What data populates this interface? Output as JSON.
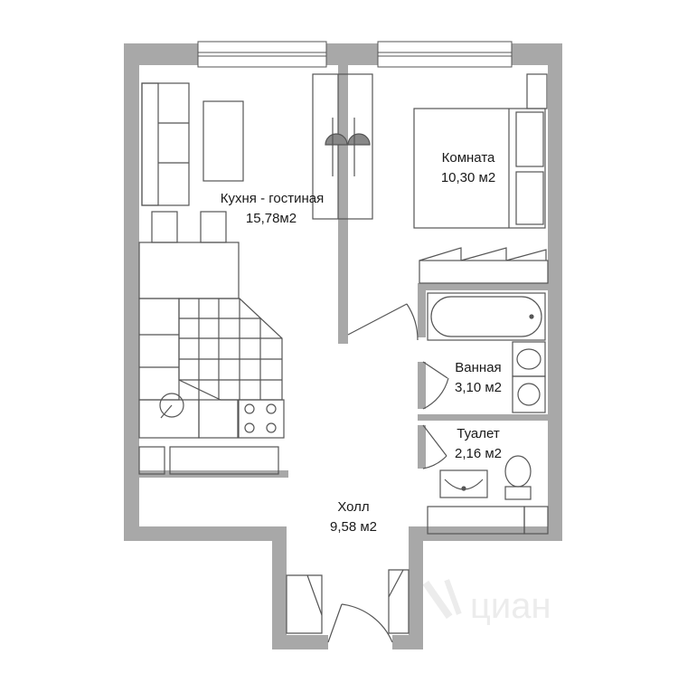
{
  "rooms": {
    "kitchen": {
      "name": "Кухня - гостиная",
      "area": "15,78м2"
    },
    "bedroom": {
      "name": "Комната",
      "area": "10,30 м2"
    },
    "bathroom": {
      "name": "Ванная",
      "area": "3,10 м2"
    },
    "toilet": {
      "name": "Туалет",
      "area": "2,16 м2"
    },
    "hall": {
      "name": "Холл",
      "area": "9,58 м2"
    }
  },
  "watermark": {
    "text": "циан"
  },
  "colors": {
    "wall": "#a8a8a8",
    "line": "#555555",
    "background": "#ffffff",
    "watermark": "#ececec"
  }
}
